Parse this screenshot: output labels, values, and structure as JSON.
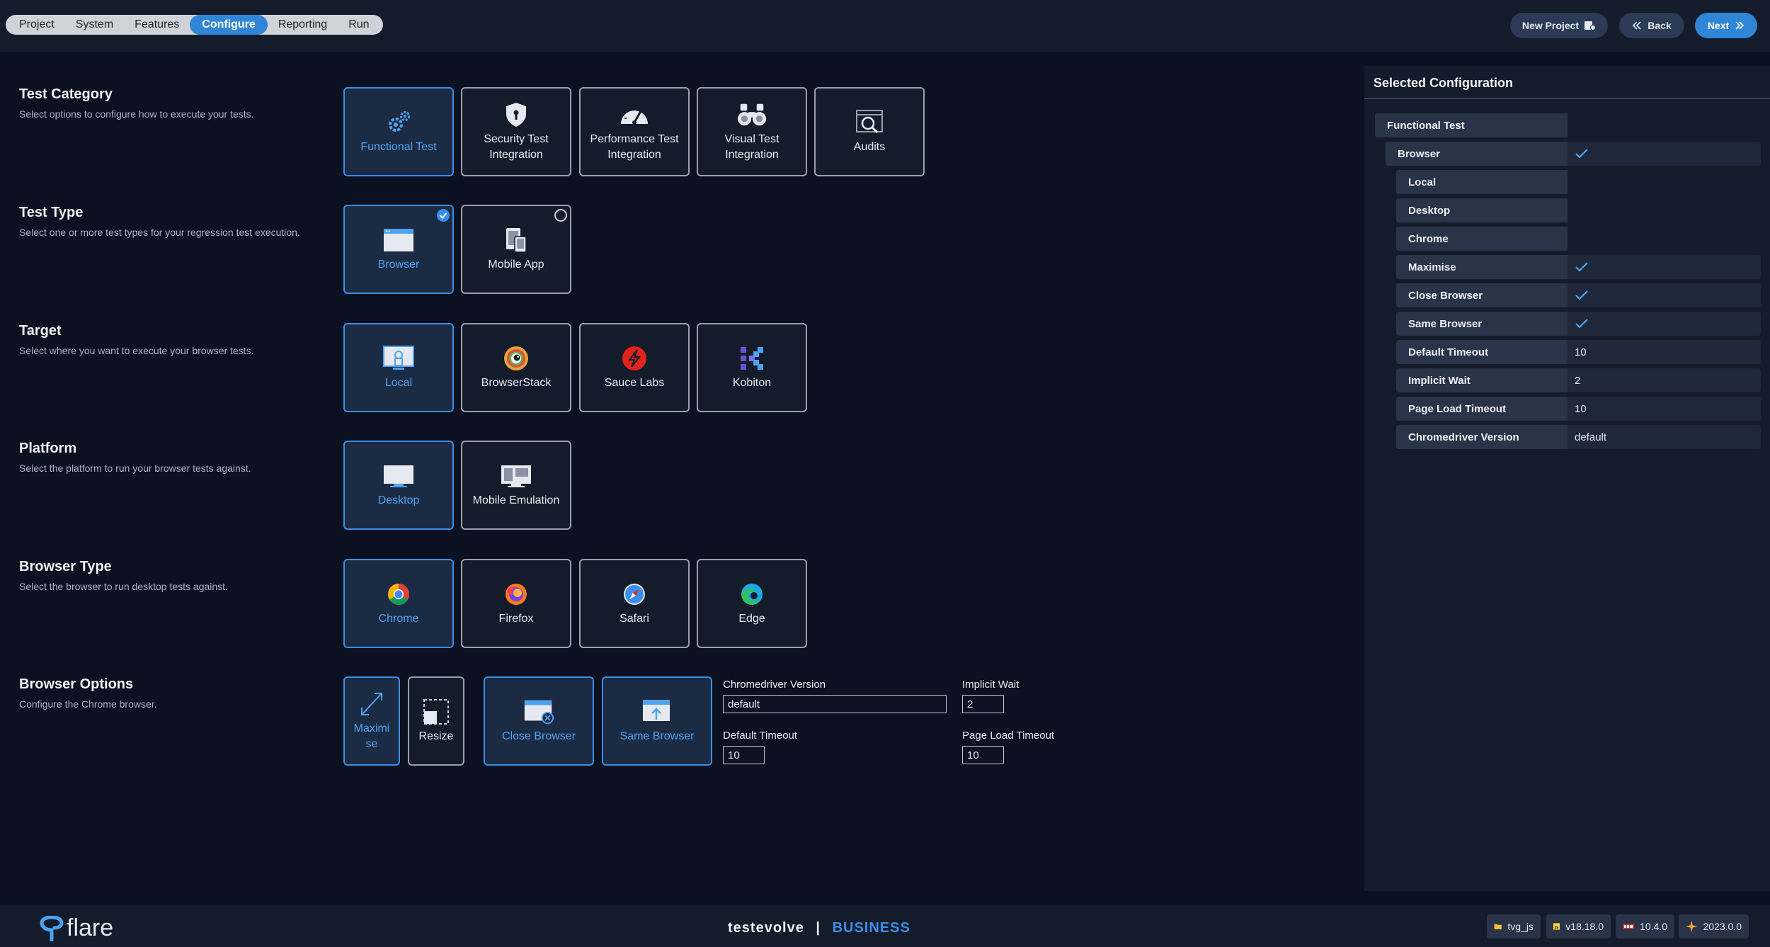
{
  "tabs": [
    {
      "label": "Project"
    },
    {
      "label": "System"
    },
    {
      "label": "Features"
    },
    {
      "label": "Configure"
    },
    {
      "label": "Reporting"
    },
    {
      "label": "Run"
    }
  ],
  "buttons": {
    "new_project": "New Project",
    "back": "Back",
    "next": "Next"
  },
  "sections": {
    "test_category": {
      "title": "Test Category",
      "desc": "Select options to configure how to execute your tests.",
      "cards": [
        "Functional Test",
        "Security Test Integration",
        "Performance Test Integration",
        "Visual Test Integration",
        "Audits"
      ]
    },
    "test_type": {
      "title": "Test Type",
      "desc": "Select one or more test types for your regression test execution.",
      "cards": [
        "Browser",
        "Mobile App"
      ]
    },
    "target": {
      "title": "Target",
      "desc": "Select where you want to execute your browser tests.",
      "cards": [
        "Local",
        "BrowserStack",
        "Sauce Labs",
        "Kobiton"
      ]
    },
    "platform": {
      "title": "Platform",
      "desc": "Select the platform to run your browser tests against.",
      "cards": [
        "Desktop",
        "Mobile Emulation"
      ]
    },
    "browser_type": {
      "title": "Browser Type",
      "desc": "Select the browser to run desktop tests against.",
      "cards": [
        "Chrome",
        "Firefox",
        "Safari",
        "Edge"
      ]
    },
    "browser_options": {
      "title": "Browser Options",
      "desc": "Configure the Chrome browser.",
      "cards": [
        "Maximi se",
        "Resize",
        "Close Browser",
        "Same Browser"
      ]
    }
  },
  "fields": {
    "chromedriver_version": {
      "label": "Chromedriver Version",
      "value": "default"
    },
    "implicit_wait": {
      "label": "Implicit Wait",
      "value": "2"
    },
    "default_timeout": {
      "label": "Default Timeout",
      "value": "10"
    },
    "page_load_timeout": {
      "label": "Page Load Timeout",
      "value": "10"
    }
  },
  "panel": {
    "title": "Selected Configuration",
    "rows": [
      {
        "label": "Functional Test",
        "value": ""
      },
      {
        "label": "Browser",
        "value": ""
      },
      {
        "label": "Local",
        "value": ""
      },
      {
        "label": "Desktop",
        "value": ""
      },
      {
        "label": "Chrome",
        "value": ""
      },
      {
        "label": "Maximise",
        "value": ""
      },
      {
        "label": "Close Browser",
        "value": ""
      },
      {
        "label": "Same Browser",
        "value": ""
      },
      {
        "label": "Default Timeout",
        "value": "10"
      },
      {
        "label": "Implicit Wait",
        "value": "2"
      },
      {
        "label": "Page Load Timeout",
        "value": "10"
      },
      {
        "label": "Chromedriver Version",
        "value": "default"
      }
    ]
  },
  "footer": {
    "logo_text": "flare",
    "company": "testevolve",
    "separator": "|",
    "tier": "BUSINESS",
    "badges": [
      {
        "icon": "folder-icon",
        "text": "tvg_js"
      },
      {
        "icon": "js-icon",
        "text": "v18.18.0"
      },
      {
        "icon": "npm-icon",
        "text": "10.4.0"
      },
      {
        "icon": "star-icon",
        "text": "2023.0.0"
      }
    ]
  },
  "colors": {
    "accent": "#2f86d6",
    "background": "#0b1120",
    "panel": "#141c2b"
  }
}
